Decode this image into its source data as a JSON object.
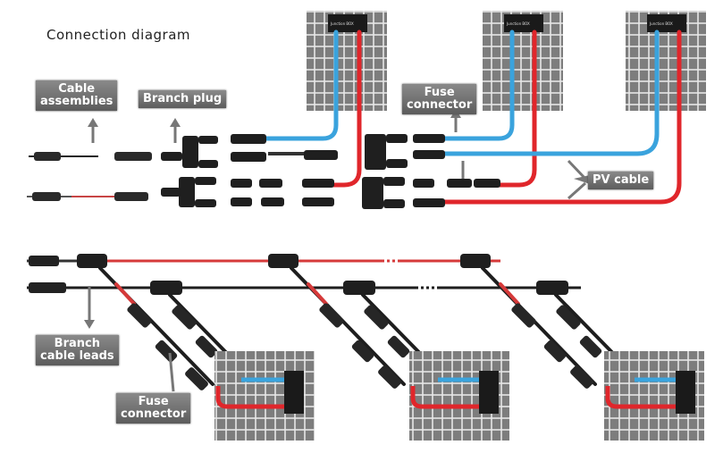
{
  "diagram": {
    "title": "Connection diagram",
    "labels": {
      "cable_assemblies": [
        "Cable",
        "assemblies"
      ],
      "branch_plug": "Branch plug",
      "fuse_connector_top": [
        "Fuse",
        "connector"
      ],
      "pv_cable": "PV cable",
      "branch_cable_leads": [
        "Branch",
        "cable leads"
      ],
      "fuse_connector_bottom": [
        "Fuse",
        "connector"
      ]
    },
    "junction_box_text": "Junction BOX",
    "colors": {
      "positive_cable": "#e0262b",
      "negative_cable": "#3aa3dd",
      "trunk_cable": "#1e1e1e",
      "panel_cell": "#7b7b7b",
      "label_bg": "#6e6e6e"
    }
  }
}
